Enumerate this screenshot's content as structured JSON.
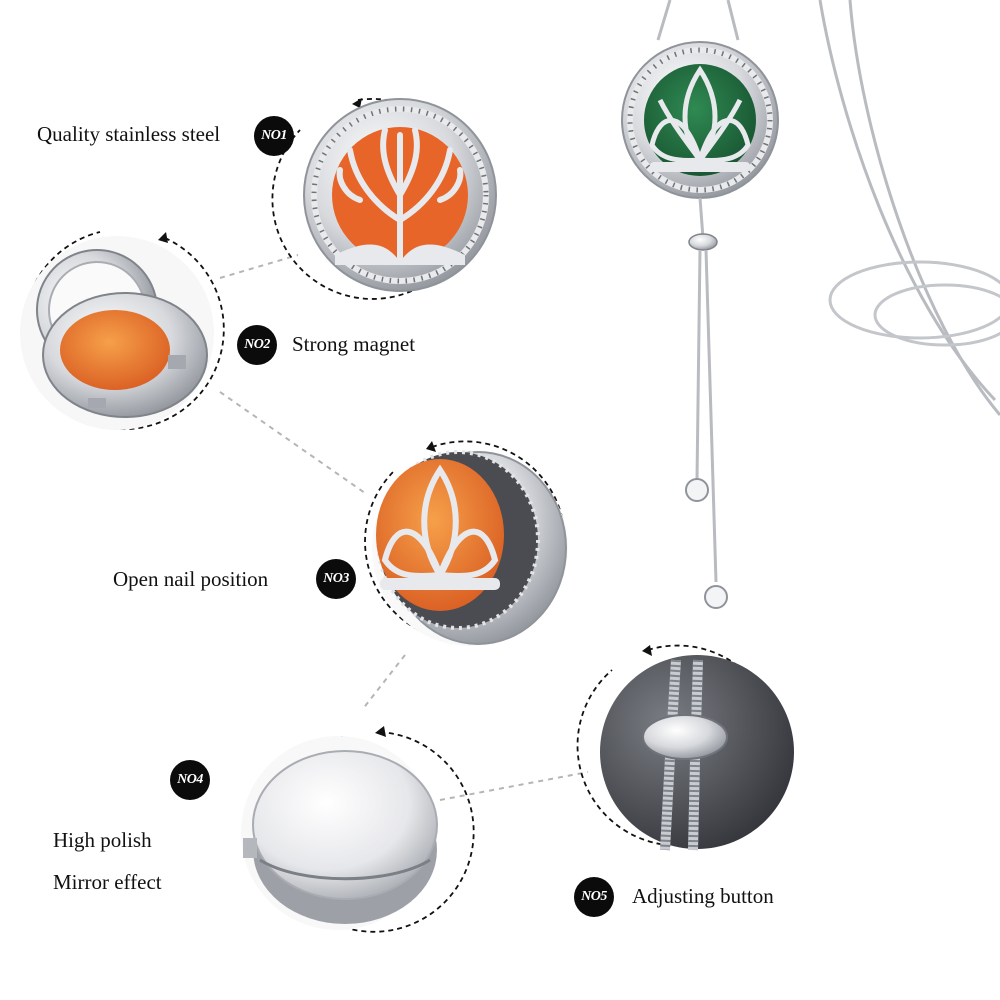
{
  "features": [
    {
      "badge": "NO1",
      "label": "Quality stainless steel"
    },
    {
      "badge": "NO2",
      "label": "Strong magnet"
    },
    {
      "badge": "NO3",
      "label": "Open nail position"
    },
    {
      "badge": "NO4",
      "label_line1": "High polish",
      "label_line2": "Mirror effect"
    },
    {
      "badge": "NO5",
      "label": "Adjusting button"
    }
  ],
  "colors": {
    "felt_orange": "#e8652a",
    "felt_green": "#1f6b3f",
    "steel": "#c9ccd1",
    "badge": "#0b0b0b"
  },
  "icons": [
    "tree-of-life-locket",
    "open-locket",
    "lotus-locket-side",
    "polished-back",
    "slider-bead",
    "lotus-necklace"
  ]
}
